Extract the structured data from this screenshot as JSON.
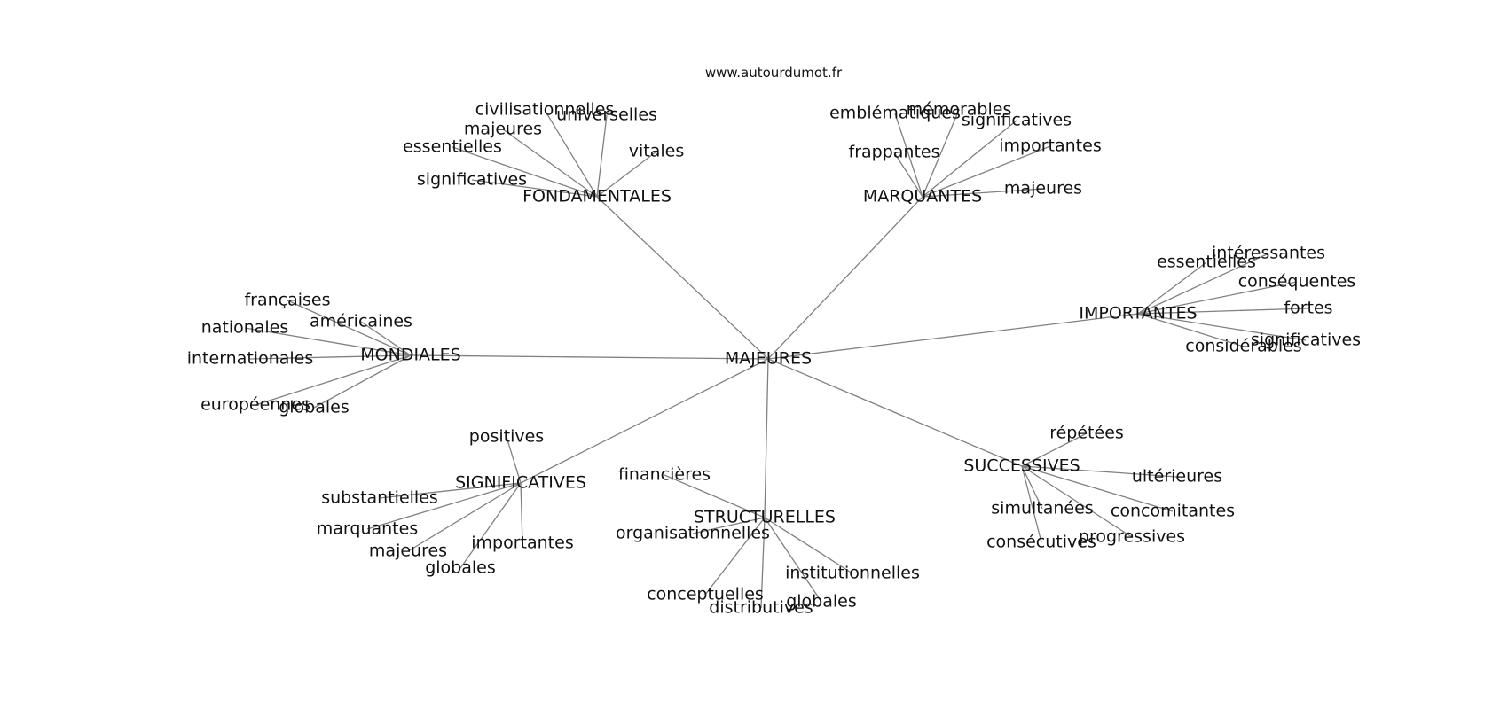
{
  "source": "www.autourdumot.fr",
  "colors": {
    "edge": "#808080",
    "text": "#111111",
    "background": "#ffffff"
  },
  "center": "MAJEURES",
  "clusters": [
    {
      "id": "fondamentales",
      "label": "FONDAMENTALES",
      "words": [
        "civilisationnelles",
        "universelles",
        "majeures",
        "essentielles",
        "vitales",
        "significatives"
      ]
    },
    {
      "id": "marquantes",
      "label": "MARQUANTES",
      "words": [
        "emblématiques",
        "mémorables",
        "significatives",
        "frappantes",
        "importantes",
        "majeures"
      ]
    },
    {
      "id": "importantes",
      "label": "IMPORTANTES",
      "words": [
        "essentielles",
        "intéressantes",
        "conséquentes",
        "fortes",
        "significatives",
        "considérables"
      ]
    },
    {
      "id": "mondiales",
      "label": "MONDIALES",
      "words": [
        "françaises",
        "américaines",
        "nationales",
        "internationales",
        "européennes",
        "globales"
      ]
    },
    {
      "id": "significatives",
      "label": "SIGNIFICATIVES",
      "words": [
        "positives",
        "substantielles",
        "marquantes",
        "majeures",
        "importantes",
        "globales"
      ]
    },
    {
      "id": "structurelles",
      "label": "STRUCTURELLES",
      "words": [
        "financières",
        "organisationnelles",
        "conceptuelles",
        "distributives",
        "globales",
        "institutionnelles"
      ]
    },
    {
      "id": "successives",
      "label": "SUCCESSIVES",
      "words": [
        "répétées",
        "ultérieures",
        "simultanées",
        "concomitantes",
        "consécutives",
        "progressives"
      ]
    }
  ]
}
